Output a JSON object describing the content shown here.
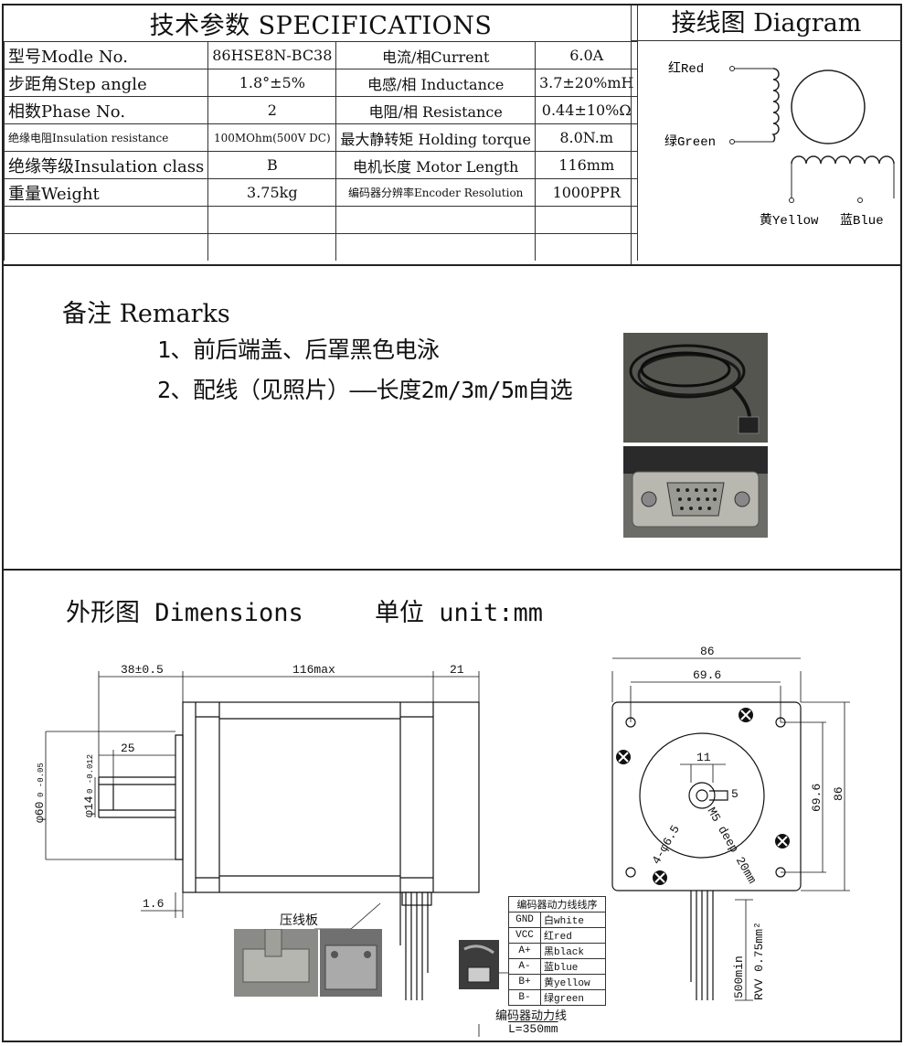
{
  "specs": {
    "header": "技术参数  SPECIFICATIONS",
    "rows": [
      {
        "k1": "型号Modle No.",
        "v1": "86HSE8N-BC38",
        "k2": "电流/相Current",
        "v2": "6.0A"
      },
      {
        "k1": "步距角Step angle",
        "v1": "1.8°±5%",
        "k2": "电感/相 Inductance",
        "v2": "3.7±20%mH"
      },
      {
        "k1": "相数Phase No.",
        "v1": "2",
        "k2": "电阻/相 Resistance",
        "v2": "0.44±10%Ω"
      },
      {
        "k1": "绝缘电阻Insulation resistance",
        "v1": "100MOhm(500V DC)",
        "k2": "最大静转矩 Holding torque",
        "v2": "8.0N.m"
      },
      {
        "k1": "绝缘等级Insulation class",
        "v1": "B",
        "k2": "电机长度 Motor Length",
        "v2": "116mm"
      },
      {
        "k1": "重量Weight",
        "v1": "3.75kg",
        "k2": "编码器分辨率Encoder Resolution",
        "v2": "1000PPR"
      }
    ]
  },
  "diagram": {
    "title": "接线图  Diagram",
    "red": "红Red",
    "green": "绿Green",
    "yellow": "黄Yellow",
    "blue": "蓝Blue"
  },
  "remarks": {
    "title": "备注 Remarks",
    "line1": "1、前后端盖、后罩黑色电泳",
    "line2": "2、配线（见照片）——长度2m/3m/5m自选"
  },
  "dimensions": {
    "title": "外形图 Dimensions",
    "unit": "单位 unit:mm",
    "d38": "38±0.5",
    "d116": "116max",
    "d21": "21",
    "d25": "25",
    "d16": "1.6",
    "d86": "86",
    "d696": "69.6",
    "d11": "11",
    "d5": "5",
    "d696v": "69.6",
    "d86v": "86",
    "dia60": "φ60",
    "dia60_tol": "0 -0.05",
    "dia14": "φ14",
    "dia14_tol": "0 -0.012",
    "holes": "4-φ6.5",
    "thread": "M5 deep 20mm",
    "presser": "压线板",
    "wire500": "500min",
    "wire_spec": "RVV 0.75mm²",
    "encoder_cable": "编码器动力线",
    "encoder_len": "L=350mm",
    "wire_table_title": "编码器动力线线序",
    "wire_table": [
      {
        "k": "GND",
        "v": "白white"
      },
      {
        "k": "VCC",
        "v": "红red"
      },
      {
        "k": "A+",
        "v": "黑black"
      },
      {
        "k": "A-",
        "v": "蓝blue"
      },
      {
        "k": "B+",
        "v": "黄yellow"
      },
      {
        "k": "B-",
        "v": "绿green"
      }
    ]
  }
}
